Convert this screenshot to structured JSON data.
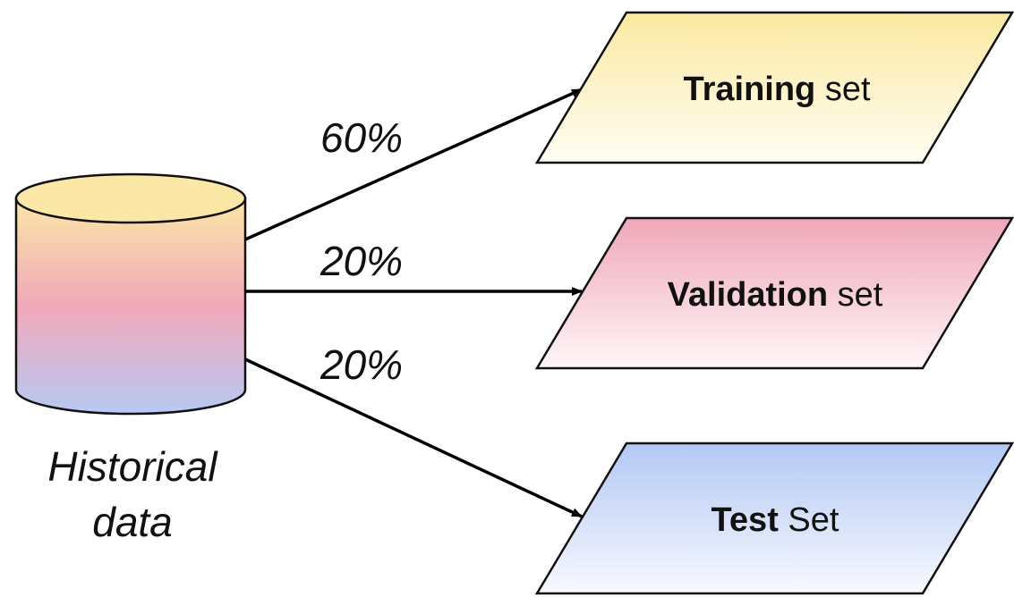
{
  "source": {
    "label_line1": "Historical",
    "label_line2": "data",
    "colors": [
      "#fbe7a6",
      "#f1a8ba",
      "#b7c9f3"
    ]
  },
  "edges": [
    {
      "id": "training",
      "percent": "60%"
    },
    {
      "id": "validation",
      "percent": "20%"
    },
    {
      "id": "test",
      "percent": "20%"
    }
  ],
  "targets": [
    {
      "id": "training",
      "bold": "Training",
      "rest": " set",
      "color": "#fbe9a1"
    },
    {
      "id": "validation",
      "bold": "Validation",
      "rest": " set",
      "color": "#efa7b9"
    },
    {
      "id": "test",
      "bold": "Test",
      "rest": " Set",
      "color": "#b3c8f5"
    }
  ]
}
